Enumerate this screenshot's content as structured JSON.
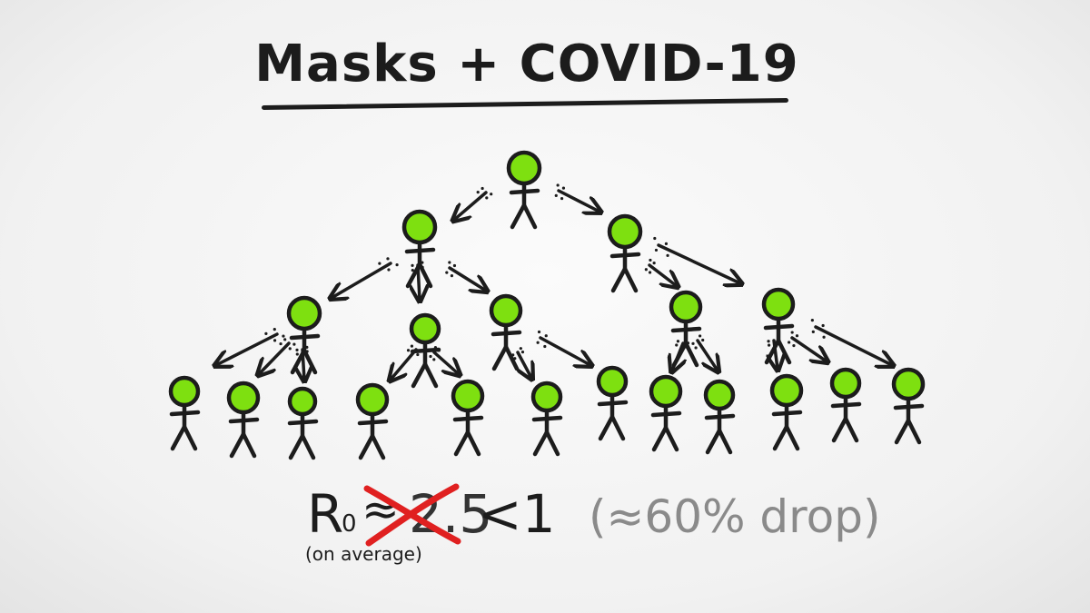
{
  "title": "Masks + COVID-19",
  "formula": {
    "symbol": "R",
    "subscript": "0",
    "approx": "≈",
    "old_value": "2.5",
    "new_value": "<1",
    "note": "(on average)",
    "drop": "(≈60% drop)"
  },
  "colors": {
    "person_head": "#7ee010",
    "ink": "#1c1c1c",
    "cross": "#e02020",
    "drop_text": "#8a8a8a"
  }
}
